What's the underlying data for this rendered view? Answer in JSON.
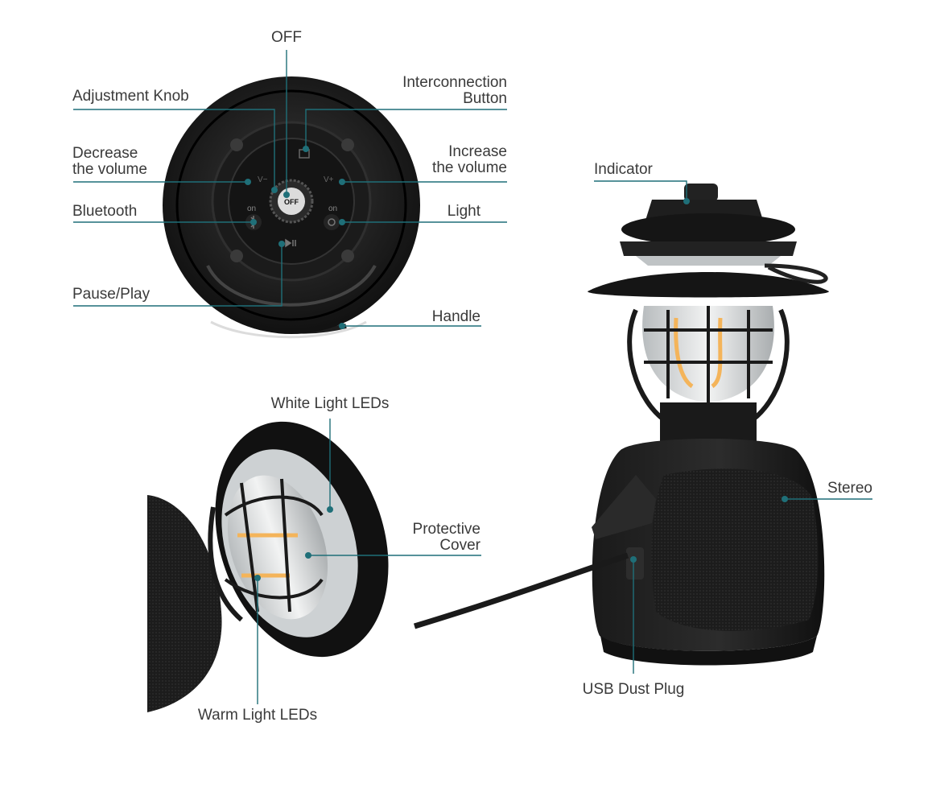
{
  "colors": {
    "leader": "#1f6f78",
    "dot": "#1f6f78",
    "text": "#3a3a3a",
    "body": "#1a1a1a",
    "metal": "#2a2a2a",
    "glass": "#d9dcdd",
    "warm": "#f4b45a"
  },
  "labels": {
    "off": "OFF",
    "adjustment_knob": "Adjustment Knob",
    "interconnection_1": "Interconnection",
    "interconnection_2": "Button",
    "decrease_1": "Decrease",
    "decrease_2": "the volume",
    "increase_1": "Increase",
    "increase_2": "the volume",
    "bluetooth": "Bluetooth",
    "light": "Light",
    "pause_play": "Pause/Play",
    "handle": "Handle",
    "indicator": "Indicator",
    "white_leds": "White Light LEDs",
    "protective_1": "Protective",
    "protective_2": "Cover",
    "stereo": "Stereo",
    "warm_leds": "Warm Light LEDs",
    "usb_plug": "USB Dust Plug"
  },
  "panel_text": {
    "knob_off": "OFF",
    "vol_minus": "V−",
    "vol_plus": "V+",
    "on_left": "on",
    "on_right": "on"
  }
}
